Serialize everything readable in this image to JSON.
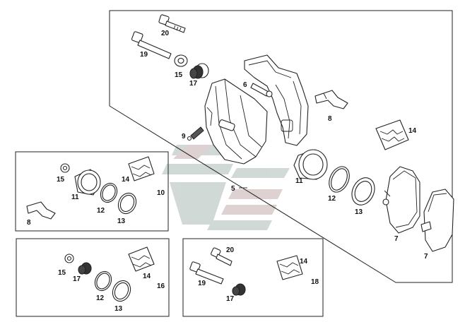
{
  "diagram": {
    "callouts": {
      "c5": "5",
      "c6": "6",
      "c7a": "7",
      "c7b": "7",
      "c8a": "8",
      "c8b": "8",
      "c9": "9",
      "c10": "10",
      "c11a": "11",
      "c11b": "11",
      "c12a": "12",
      "c12b": "12",
      "c12c": "12",
      "c13a": "13",
      "c13b": "13",
      "c13c": "13",
      "c14a": "14",
      "c14b": "14",
      "c14c": "14",
      "c14d": "14",
      "c15a": "15",
      "c15b": "15",
      "c15c": "15",
      "c16": "16",
      "c17a": "17",
      "c17b": "17",
      "c17c": "17",
      "c18": "18",
      "c19a": "19",
      "c19b": "19",
      "c20a": "20",
      "c20b": "20"
    },
    "colors": {
      "line": "#222222",
      "watermark_green": "#c9d3cf",
      "watermark_red": "#d9c9c9"
    }
  }
}
